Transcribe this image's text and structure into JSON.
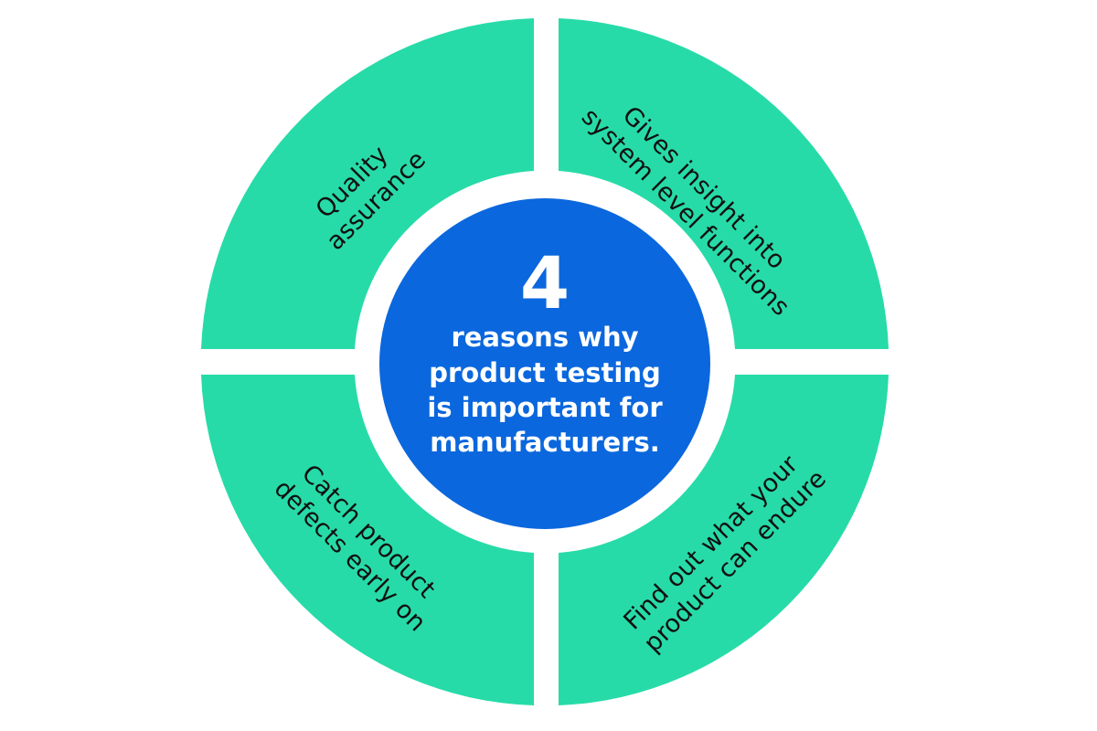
{
  "colors": {
    "segment": "#27dba8",
    "center": "#0b67dd",
    "background": "#ffffff",
    "segment_text": "#111111",
    "center_text": "#ffffff"
  },
  "center": {
    "number": "4",
    "lines": [
      "reasons why",
      "product testing",
      "is important for",
      "manufacturers."
    ]
  },
  "segments": [
    {
      "id": "top-left",
      "lines": [
        "Quality",
        "assurance"
      ]
    },
    {
      "id": "top-right",
      "lines": [
        "Gives insight into",
        "system level functions"
      ]
    },
    {
      "id": "bottom-left",
      "lines": [
        "Catch product",
        "defects early on"
      ]
    },
    {
      "id": "bottom-right",
      "lines": [
        "Find out what your",
        "product can endure"
      ]
    }
  ]
}
